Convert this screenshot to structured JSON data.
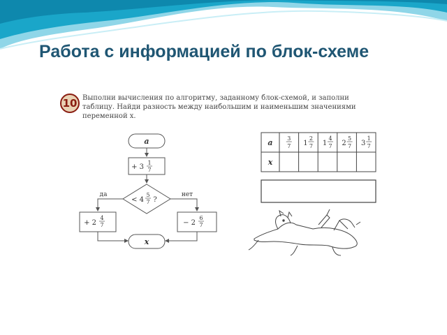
{
  "slide": {
    "title": "Работа с информацией по блок-схеме"
  },
  "task": {
    "number": "10",
    "text": "Выполни вычисления по алгоритму, заданному блок-схемой, и заполни таблицу. Найди разность между наибольшим и наименьшим значениями переменной x."
  },
  "flowchart": {
    "start": "a",
    "step1": {
      "op": "+ 3",
      "num": "1",
      "den": "7"
    },
    "condition": {
      "op": "< 4",
      "num": "5",
      "den": "7",
      "tail": "?"
    },
    "branch_yes_label": "да",
    "branch_no_label": "нет",
    "yes_step": {
      "op": "+ 2",
      "num": "4",
      "den": "7"
    },
    "no_step": {
      "op": "− 2",
      "num": "6",
      "den": "7"
    },
    "end": "x"
  },
  "table": {
    "row1_header": "a",
    "row2_header": "x",
    "columns": [
      {
        "whole": "",
        "num": "3",
        "den": "7"
      },
      {
        "whole": "1",
        "num": "2",
        "den": "7"
      },
      {
        "whole": "1",
        "num": "4",
        "den": "7"
      },
      {
        "whole": "2",
        "num": "5",
        "den": "7"
      },
      {
        "whole": "3",
        "num": "1",
        "den": "7"
      }
    ],
    "x_values": [
      "",
      "",
      "",
      "",
      ""
    ]
  },
  "answer_box": {
    "value": ""
  },
  "colors": {
    "title": "#1f5673",
    "wave_dark": "#1aa6c9",
    "wave_light": "#8fd6e8"
  }
}
